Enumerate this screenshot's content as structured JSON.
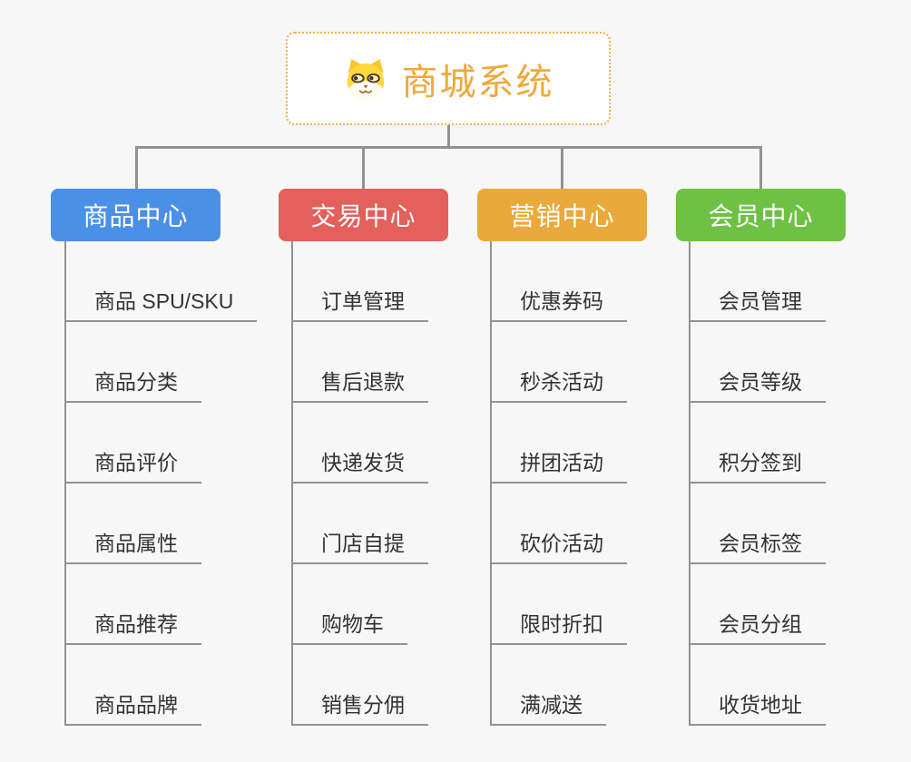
{
  "root": {
    "title": "商城系统",
    "icon": "dog-face-icon",
    "text_color": "#f0a73c",
    "border_color": "#f2b04a"
  },
  "connector_color": "#929292",
  "text_color": "#333333",
  "branches": [
    {
      "label": "商品中心",
      "color": "#4a90e8",
      "items": [
        "商品 SPU/SKU",
        "商品分类",
        "商品评价",
        "商品属性",
        "商品推荐",
        "商品品牌"
      ]
    },
    {
      "label": "交易中心",
      "color": "#e3605b",
      "items": [
        "订单管理",
        "售后退款",
        "快递发货",
        "门店自提",
        "购物车",
        "销售分佣"
      ]
    },
    {
      "label": "营销中心",
      "color": "#eaa93c",
      "items": [
        "优惠券码",
        "秒杀活动",
        "拼团活动",
        "砍价活动",
        "限时折扣",
        "满减送"
      ]
    },
    {
      "label": "会员中心",
      "color": "#6fc145",
      "items": [
        "会员管理",
        "会员等级",
        "积分签到",
        "会员标签",
        "会员分组",
        "收货地址"
      ]
    }
  ]
}
